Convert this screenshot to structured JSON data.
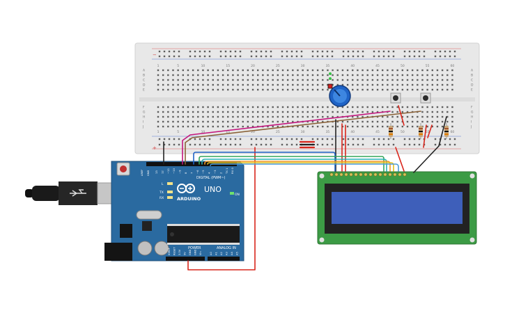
{
  "breadboard": {
    "column_numbers": [
      "1",
      "5",
      "10",
      "15",
      "20",
      "25",
      "30",
      "35",
      "40",
      "45",
      "50",
      "55",
      "60"
    ],
    "row_letters_top": [
      "A",
      "B",
      "C",
      "D",
      "E"
    ],
    "row_letters_bottom": [
      "F",
      "G",
      "H",
      "I",
      "J"
    ],
    "rail_minus": "−",
    "rail_plus": "+"
  },
  "arduino": {
    "brand": "ARDUINO",
    "model": "UNO",
    "digital_label": "DIGITAL (PWM~)",
    "power_label": "POWER",
    "analog_label": "ANALOG IN",
    "aref": "AREF",
    "gnd": "GND",
    "pin_labels_digital": [
      "13",
      "12",
      "~11",
      "~10",
      "~9",
      "8",
      "7",
      "~6",
      "~5",
      "4",
      "~3",
      "2",
      "TX 1",
      "RX 0"
    ],
    "pin_labels_power": [
      "IOREF",
      "RESET",
      "3.3V",
      "5V",
      "GND",
      "GND",
      "Vin"
    ],
    "pin_labels_analog": [
      "A0",
      "A1",
      "A2",
      "A3",
      "A4",
      "A5"
    ],
    "led_labels": [
      "L",
      "TX",
      "RX"
    ],
    "on_label": "ON"
  },
  "colors": {
    "breadboard": "#e8e8e8",
    "arduino": "#2a6aa0",
    "lcd_board": "#3c9b45",
    "lcd_screen": "#3e5fba",
    "wire_magenta": "#c2167d",
    "wire_brown": "#8a6137",
    "wire_red": "#d9261c",
    "wire_black": "#222222",
    "wire_blue": "#1f63c6",
    "wire_green": "#33a55a",
    "wire_teal": "#2ab0b0",
    "wire_orange": "#f09722",
    "wire_yellow": "#e3c11d"
  }
}
